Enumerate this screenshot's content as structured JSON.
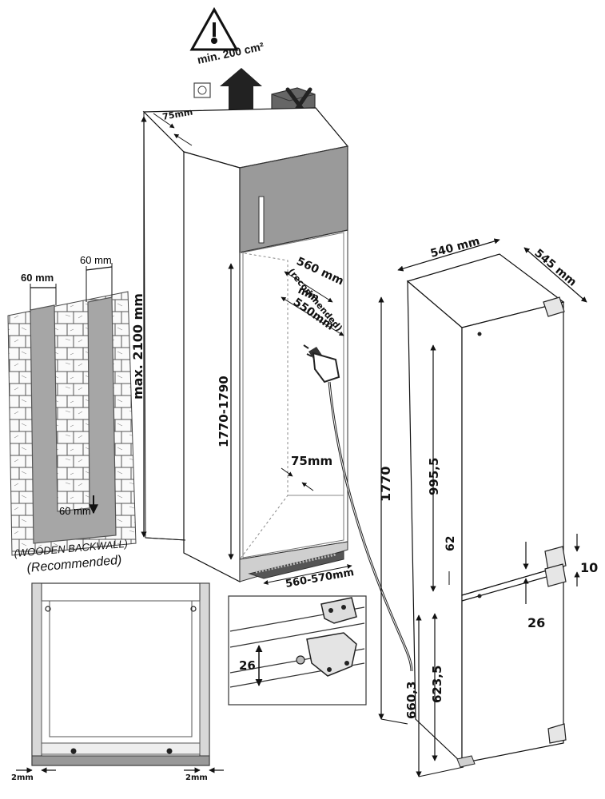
{
  "labels": {
    "min_vent": "min. 200 cm²",
    "top_gap": "75mm",
    "max_height": "max. 2100 mm",
    "wall_left": "60 mm",
    "wall_right": "60 mm",
    "wall_bottom": "60 mm",
    "backwall_1": "(WOODEN BACKWALL)",
    "backwall_2": "(Recommended)",
    "niche_height": "1770-1790",
    "depth_rec_1": "560 mm",
    "depth_rec_2": "(recommended)",
    "depth_min_1": "min",
    "depth_min_2": "550mm",
    "rear_gap": "75mm",
    "niche_width": "560-570mm",
    "width": "540 mm",
    "depth": "545 mm",
    "height": "1770",
    "upper_door": "995,5",
    "gap_62": "62",
    "gap_10": "10",
    "dim_26": "26",
    "lower_660": "660,3",
    "lower_623": "623,5",
    "hinge_26": "26",
    "side_left": "2mm",
    "side_right": "2mm"
  },
  "colors": {
    "panel_grey": "#9a9a9a",
    "line": "#1a1a1a",
    "vent_dark": "#555555"
  },
  "icons": {
    "warning": "thermometer-warning-icon",
    "socket": "power-socket-icon",
    "no_box": "cross-icon",
    "airflow": "up-arrow-icon"
  }
}
